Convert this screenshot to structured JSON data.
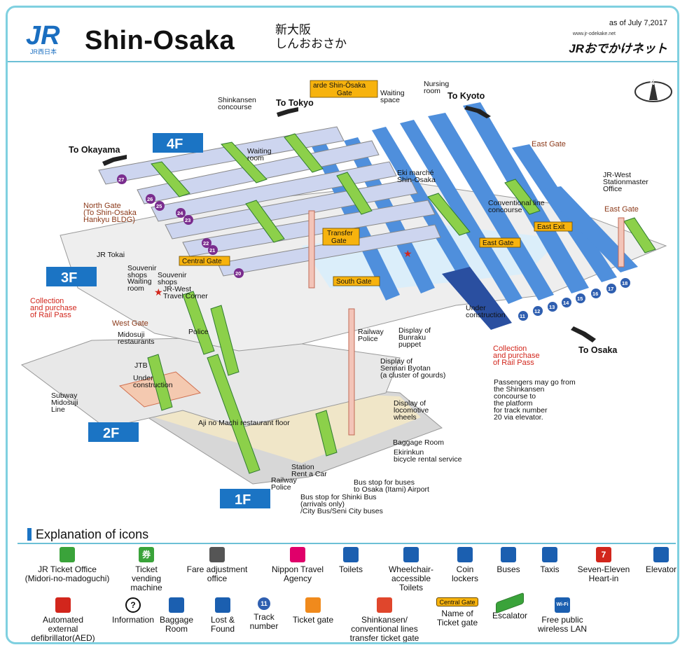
{
  "header": {
    "title": "Shin-Osaka",
    "title_jp": "新大阪",
    "title_kana": "しんおおさか",
    "date": "as of July 7,2017",
    "url": "www.jr-odekake.net",
    "brand": "JRおでかけネット",
    "logo_text": "JR",
    "logo_sub": "JR西日本"
  },
  "floors": [
    "4F",
    "3F",
    "2F",
    "1F"
  ],
  "directions": {
    "to_tokyo": "To Tokyo",
    "to_kyoto": "To Kyoto",
    "to_okayama": "To Okayama",
    "to_osaka": "To Osaka",
    "north": "N"
  },
  "gates": {
    "arde": "arde Shin-Ōsaka\nGate",
    "transfer": "Transfer\nGate",
    "central": "Central Gate",
    "south": "South Gate",
    "east": "East Gate",
    "east_exit": "East Exit"
  },
  "labels": {
    "shinkansen_concourse": "Shinkansen\nconcourse",
    "waiting_room": "Waiting\nroom",
    "waiting_space": "Waiting\nspace",
    "nursing_room": "Nursing\nroom",
    "eki_marche": "Eki marché\nShin-Osaka",
    "east_gate_top": "East Gate",
    "jr_west_stationmaster": "JR-West\nStationmaster\nOffice",
    "conventional_concourse": "Conventional line\nconcourse",
    "east_gate_right": "East Gate",
    "north_gate": "North Gate\n(To Shin-Osaka\nHankyu BLDG)",
    "jr_tokai": "JR Tokai",
    "souvenir_1": "Souvenir\nshops",
    "souvenir_2": "Souvenir\nshops",
    "waiting_room_3f": "Waiting\nroom",
    "jr_west_travel": "JR-West\nTravel Corner",
    "collection_left": "Collection\nand purchase\nof Rail Pass",
    "west_gate": "West Gate",
    "police": "Police",
    "midosuji_restaurants": "Midosuji\nrestaurants",
    "railway_police_2f": "Railway\nPolice",
    "bunraku": "Display of\nBunraku\npuppet",
    "under_construction_3f": "Under\nconstruction",
    "collection_right": "Collection\nand purchase\nof Rail Pass",
    "sennari": "Display of\nSennari Byotan\n(a cluster of gourds)",
    "passengers_note": "Passengers may go from\nthe Shinkansen\nconcourse to\nthe platform\nfor track number\n20 via elevator.",
    "jtb": "JTB",
    "under_construction_2f": "Under\nconstruction",
    "subway": "Subway\nMidosuji\nLine",
    "locomotive": "Display of\nlocomotive\nwheels",
    "aji_no_machi": "Aji no Machi restaurant floor",
    "baggage_room": "Baggage Room",
    "ekirinkun": "Ekirinkun\nbicycle rental service",
    "station_rent": "Station\nRent a Car",
    "railway_police_1f": "Railway\nPolice",
    "bus_itami": "Bus stop for buses\nto Osaka (Itami) Airport",
    "bus_shinki": "Bus stop for Shinki Bus\n(arrivals only)\n/City Bus/Seni City buses"
  },
  "track_numbers": [
    "11",
    "12",
    "13",
    "14",
    "15",
    "16",
    "17",
    "18"
  ],
  "shinkansen_tracks": [
    "20",
    "21",
    "22",
    "23",
    "24",
    "25",
    "26",
    "27"
  ],
  "legend": {
    "title": "Explanation of icons",
    "items": [
      {
        "label": "JR Ticket Office\n(Midori-no-madoguchi)",
        "icon": "ticket-office-icon",
        "color": "#3aa33a"
      },
      {
        "label": "Ticket\nvending\nmachine",
        "icon": "ticket-machine-icon",
        "color": "#3aa33a",
        "glyph": "券"
      },
      {
        "label": "Fare adjustment\noffice",
        "icon": "fare-adjustment-icon",
        "color": "#555555"
      },
      {
        "label": "Nippon Travel\nAgency",
        "icon": "nippon-travel-icon",
        "color": "#e0006a"
      },
      {
        "label": "Toilets",
        "icon": "toilet-icon",
        "color": "#1b5fb0"
      },
      {
        "label": "Wheelchair-\naccessible\nToilets",
        "icon": "wheelchair-toilet-icon",
        "color": "#1b5fb0"
      },
      {
        "label": "Coin\nlockers",
        "icon": "coin-locker-icon",
        "color": "#1b5fb0"
      },
      {
        "label": "Buses",
        "icon": "bus-icon",
        "color": "#1b5fb0"
      },
      {
        "label": "Taxis",
        "icon": "taxi-icon",
        "color": "#1b5fb0"
      },
      {
        "label": "Seven-Eleven\nHeart-in",
        "icon": "seven-eleven-icon",
        "color": "#d2261c",
        "glyph": "7"
      },
      {
        "label": "Elevator",
        "icon": "elevator-icon",
        "color": "#1b5fb0"
      },
      {
        "label": "Automated\nexternal\ndefibrillator(AED)",
        "icon": "aed-icon",
        "color": "#d2261c"
      },
      {
        "label": "Information",
        "icon": "information-icon",
        "color": "#111111",
        "glyph": "?"
      },
      {
        "label": "Baggage\nRoom",
        "icon": "baggage-icon",
        "color": "#1b5fb0"
      },
      {
        "label": "Lost &\nFound",
        "icon": "lost-found-icon",
        "color": "#1b5fb0"
      },
      {
        "label": "Track\nnumber",
        "icon": "track-number-icon",
        "color": "#2f5fb0",
        "glyph": "11"
      },
      {
        "label": "Ticket gate",
        "icon": "ticket-gate-icon",
        "color": "#f08a1c"
      },
      {
        "label": "Shinkansen/\nconventional lines\ntransfer ticket gate",
        "icon": "transfer-gate-icon",
        "color": "#e0462c"
      },
      {
        "label": "Name of\nTicket gate",
        "icon": "gate-name-icon",
        "color": "#f7b30e",
        "glyph": "Central Gate"
      },
      {
        "label": "Escalator",
        "icon": "escalator-icon",
        "color": "#3aa33a"
      },
      {
        "label": "Free public\nwireless LAN",
        "icon": "wifi-icon",
        "color": "#1b5fb0",
        "glyph": "Wi-Fi"
      }
    ]
  }
}
